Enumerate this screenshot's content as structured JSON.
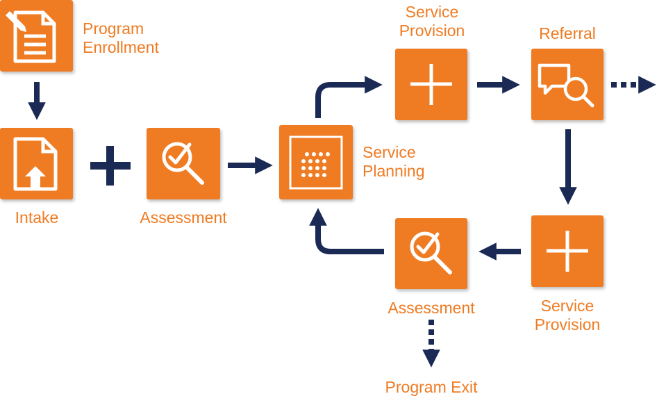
{
  "colors": {
    "orange": "#ef7b22",
    "navy": "#1b2a55",
    "white": "#ffffff"
  },
  "nodes": {
    "program_enrollment": {
      "label_line1": "Program",
      "label_line2": "Enrollment",
      "icon": "document-pencil-icon"
    },
    "intake": {
      "label": "Intake",
      "icon": "document-upload-icon"
    },
    "assessment_1": {
      "label": "Assessment",
      "icon": "magnifier-check-icon"
    },
    "service_planning": {
      "label_line1": "Service",
      "label_line2": "Planning",
      "icon": "dot-grid-icon"
    },
    "service_provision_1": {
      "label_line1": "Service",
      "label_line2": "Provision",
      "icon": "plus-icon"
    },
    "referral": {
      "label": "Referral",
      "icon": "chat-magnifier-icon"
    },
    "service_provision_2": {
      "label_line1": "Service",
      "label_line2": "Provision",
      "icon": "plus-icon"
    },
    "assessment_2": {
      "label": "Assessment",
      "icon": "magnifier-check-icon"
    },
    "program_exit": {
      "label": "Program Exit"
    }
  },
  "connectors": {
    "plus_symbol": "plus-sign",
    "dotted_arrows": [
      "referral-to-next",
      "assessment-to-exit"
    ]
  }
}
